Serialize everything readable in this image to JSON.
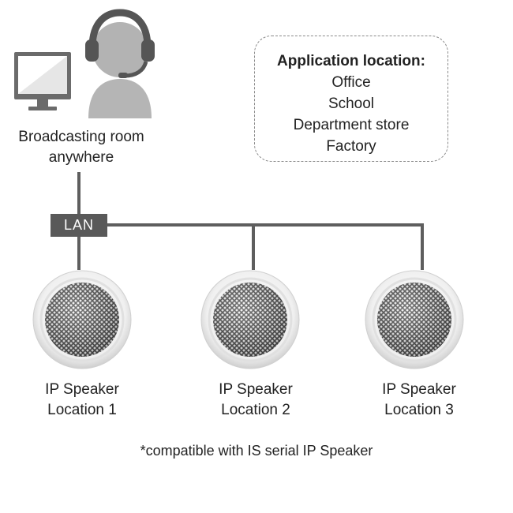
{
  "broadcasting": {
    "line1": "Broadcasting room",
    "line2": "anywhere"
  },
  "application_box": {
    "title": "Application location:",
    "items": [
      "Office",
      "School",
      "Department store",
      "Factory"
    ]
  },
  "network": {
    "label": "LAN"
  },
  "speakers": [
    {
      "name": "IP Speaker",
      "location": "Location 1"
    },
    {
      "name": "IP Speaker",
      "location": "Location 2"
    },
    {
      "name": "IP Speaker",
      "location": "Location 3"
    }
  ],
  "footnote": "*compatible with IS serial IP Speaker",
  "colors": {
    "line": "#5e5e5e",
    "icon_gray": "#6b6b6b",
    "speaker_rim": "#d9d9d9",
    "speaker_grille": "#4a4a4a"
  },
  "icons": {
    "computer": "computer-monitor-icon",
    "operator": "operator-headset-icon",
    "speaker": "ceiling-speaker-icon"
  }
}
